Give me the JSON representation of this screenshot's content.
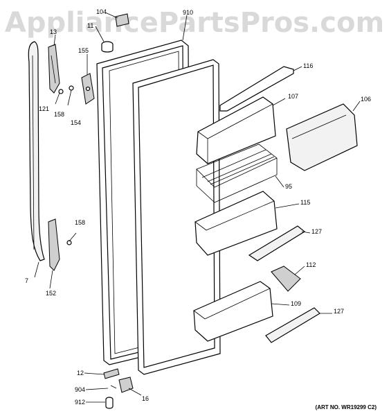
{
  "watermark": "AppliancePartsPros.com",
  "art_number": "(ART NO. WR19299 C2)",
  "callouts": [
    {
      "id": "c104",
      "text": "104"
    },
    {
      "id": "c910",
      "text": "910"
    },
    {
      "id": "c11",
      "text": "11"
    },
    {
      "id": "c13",
      "text": "13"
    },
    {
      "id": "c155",
      "text": "155"
    },
    {
      "id": "c121",
      "text": "121"
    },
    {
      "id": "c158a",
      "text": "158"
    },
    {
      "id": "c154",
      "text": "154"
    },
    {
      "id": "c116",
      "text": "116"
    },
    {
      "id": "c107",
      "text": "107"
    },
    {
      "id": "c106",
      "text": "106"
    },
    {
      "id": "c95",
      "text": "95"
    },
    {
      "id": "c115",
      "text": "115"
    },
    {
      "id": "c127a",
      "text": "127"
    },
    {
      "id": "c158b",
      "text": "158"
    },
    {
      "id": "c7",
      "text": "7"
    },
    {
      "id": "c152",
      "text": "152"
    },
    {
      "id": "c112",
      "text": "112"
    },
    {
      "id": "c109",
      "text": "109"
    },
    {
      "id": "c127b",
      "text": "127"
    },
    {
      "id": "c12",
      "text": "12"
    },
    {
      "id": "c904",
      "text": "904"
    },
    {
      "id": "c912",
      "text": "912"
    },
    {
      "id": "c16",
      "text": "16"
    }
  ]
}
